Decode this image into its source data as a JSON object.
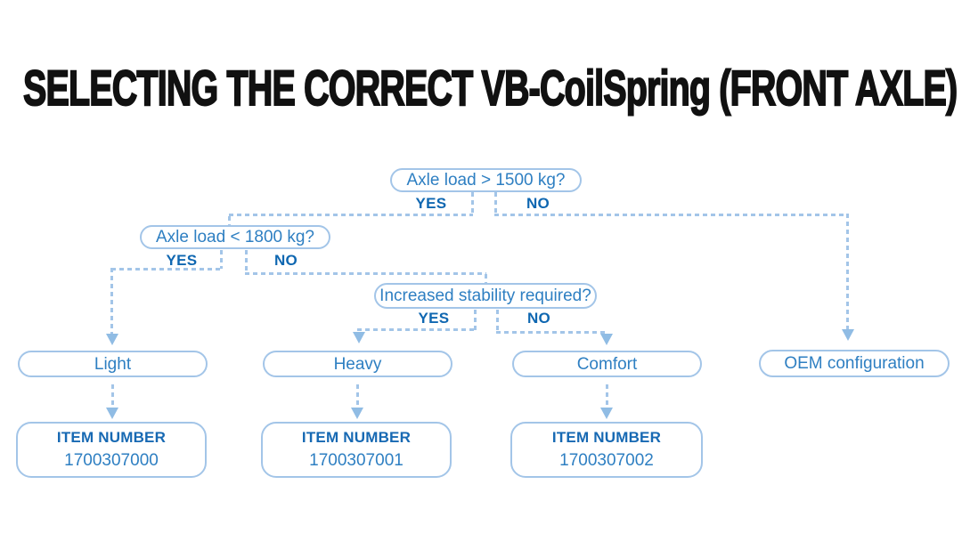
{
  "title": "SELECTING THE CORRECT VB-CoilSpring (FRONT AXLE)",
  "colors": {
    "accent_text": "#2e7fc2",
    "branch_label": "#0f67b1",
    "item_label": "#1769b3",
    "box_border": "#a3c5e8",
    "dash": "#a3c5e8",
    "arrow": "#90bce4",
    "title_color": "#111111",
    "background": "#ffffff"
  },
  "flowchart": {
    "decisions": {
      "d1": {
        "question": "Axle load > 1500 kg?",
        "yes": "YES",
        "no": "NO"
      },
      "d2": {
        "question": "Axle load < 1800 kg?",
        "yes": "YES",
        "no": "NO"
      },
      "d3": {
        "question": "Increased stability required?",
        "yes": "YES",
        "no": "NO"
      }
    },
    "outcomes": {
      "light": {
        "label": "Light",
        "item_label": "ITEM NUMBER",
        "item_number": "1700307000"
      },
      "heavy": {
        "label": "Heavy",
        "item_label": "ITEM NUMBER",
        "item_number": "1700307001"
      },
      "comfort": {
        "label": "Comfort",
        "item_label": "ITEM NUMBER",
        "item_number": "1700307002"
      },
      "oem": {
        "label": "OEM configuration"
      }
    }
  }
}
